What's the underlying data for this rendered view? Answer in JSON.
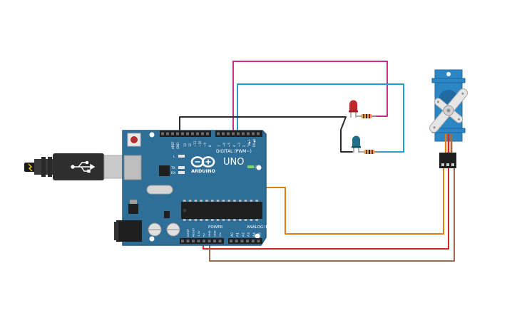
{
  "board": {
    "digital_label": "DIGITAL (PWM~)",
    "model": "UNO",
    "brand": "ARDUINO",
    "power_label": "POWER",
    "analog_label": "ANALOG IN",
    "on_label": "ON",
    "l_label": "L",
    "tx_label": "TX",
    "rx_label": "RX",
    "aref_label": "AREF",
    "gnd_label": "GND",
    "digital_pins": [
      "13",
      "12",
      "~11",
      "~10",
      "~9",
      "8",
      "7",
      "~6",
      "~5",
      "4",
      "~3",
      "2",
      "TX▶1",
      "RX◀0"
    ],
    "power_pins": [
      "IOREF",
      "RESET",
      "3.3V",
      "5V",
      "GND",
      "GND",
      "Vin"
    ],
    "analog_pins": [
      "A0",
      "A1",
      "A2",
      "A3",
      "A4",
      "A5"
    ]
  },
  "colors": {
    "board": "#2f6e97",
    "board_edge": "#265d80",
    "wire_magenta": "#c2318f",
    "wire_cyan": "#2b9bc9",
    "wire_black": "#2b2b2b",
    "wire_orange": "#e07f15",
    "wire_red": "#d1262b",
    "wire_brown": "#9c6b4b",
    "led_red": "#c0262c",
    "led_blue": "#1f6f8b",
    "servo_body": "#2d86c4"
  },
  "icons": {
    "usb": "usb-icon",
    "power_jack": "power-jack-icon"
  }
}
